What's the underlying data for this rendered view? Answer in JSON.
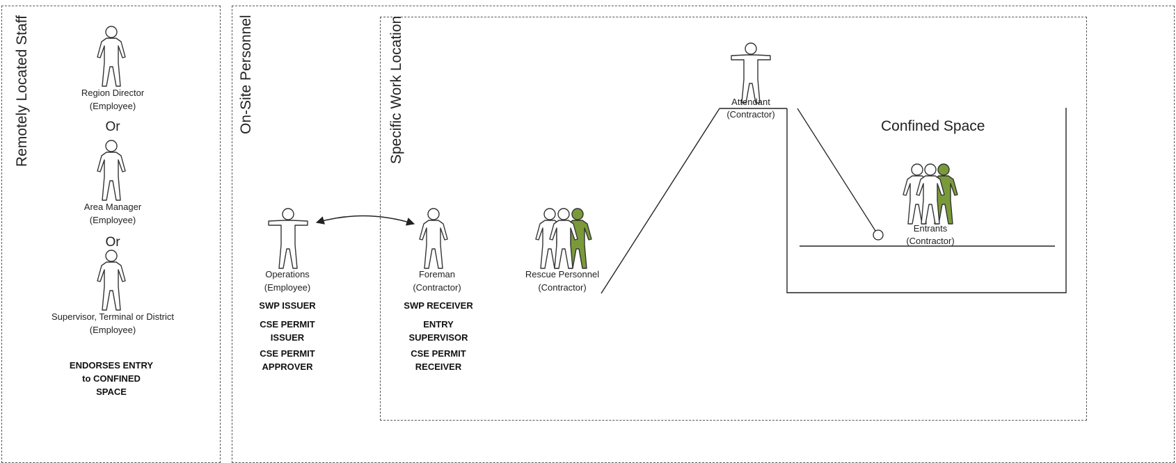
{
  "panels": {
    "remote": "Remotely Located Staff",
    "onsite": "On-Site Personnel",
    "work": "Specific Work Location"
  },
  "remote": {
    "region_director": [
      "Region Director",
      "(Employee)"
    ],
    "or1": "Or",
    "area_manager": [
      "Area Manager",
      "(Employee)"
    ],
    "or2": "Or",
    "supervisor": [
      "Supervisor, Terminal or District",
      "(Employee)"
    ],
    "endorses": [
      "ENDORSES ENTRY",
      "to CONFINED",
      "SPACE"
    ]
  },
  "operations": {
    "caption": [
      "Operations",
      "(Employee)"
    ],
    "roles": [
      "SWP ISSUER",
      "CSE PERMIT",
      "ISSUER",
      "CSE PERMIT",
      "APPROVER"
    ]
  },
  "foreman": {
    "caption": [
      "Foreman",
      "(Contractor)"
    ],
    "roles": [
      "SWP RECEIVER",
      "ENTRY",
      "SUPERVISOR",
      "CSE PERMIT",
      "RECEIVER"
    ]
  },
  "rescue": {
    "caption": [
      "Rescue Personnel",
      "(Contractor)"
    ]
  },
  "attendant": {
    "caption": [
      "Attendant",
      "(Contractor)"
    ]
  },
  "entrants": {
    "caption": [
      "Entrants",
      "(Contractor)"
    ]
  },
  "confined_space": "Confined Space",
  "colors": {
    "figure_fill": "#ffffff",
    "figure_stroke": "#333333",
    "highlight": "#7a9a3a",
    "border": "#555555"
  }
}
